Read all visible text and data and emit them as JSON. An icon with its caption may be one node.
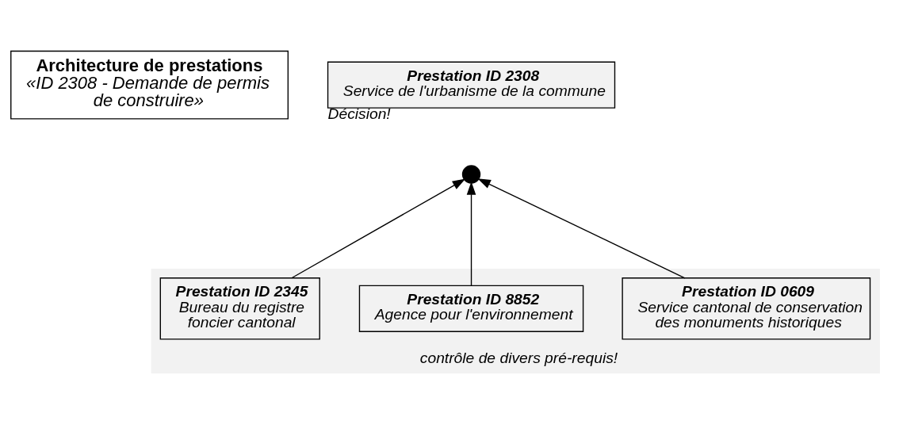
{
  "diagram": {
    "nodes": [
      {
        "text": [
          "Architecture de prestations",
          "«ID 2308 - Demande de permis de construire»"
        ]
      },
      {
        "text": [
          "Prestation ID 2308",
          "Service de l'urbanisme de la commune"
        ],
        "beside": [
          "Décision!"
        ]
      },
      {
        "text": [
          "contrôle de divers pré-requis!"
        ]
      },
      {
        "text": [
          "Prestation ID 2345",
          "Bureau du registre foncier cantonal"
        ],
        "in": 2
      },
      {
        "text": [
          "Prestation ID 8852",
          "Agence pour l'environnement"
        ],
        "in": 2
      },
      {
        "text": [
          "Prestation ID 0609",
          "Service cantonal de conservation des monuments historiques"
        ],
        "in": 2
      },
      {
        "text": [],
        "shape": "circle"
      }
    ],
    "edges": [
      {
        "from": 3,
        "to": 6,
        "arrow": "to"
      },
      {
        "from": 5,
        "to": 6,
        "arrow": "to"
      },
      {
        "from": 4,
        "to": 6,
        "arrow": "to"
      }
    ]
  }
}
